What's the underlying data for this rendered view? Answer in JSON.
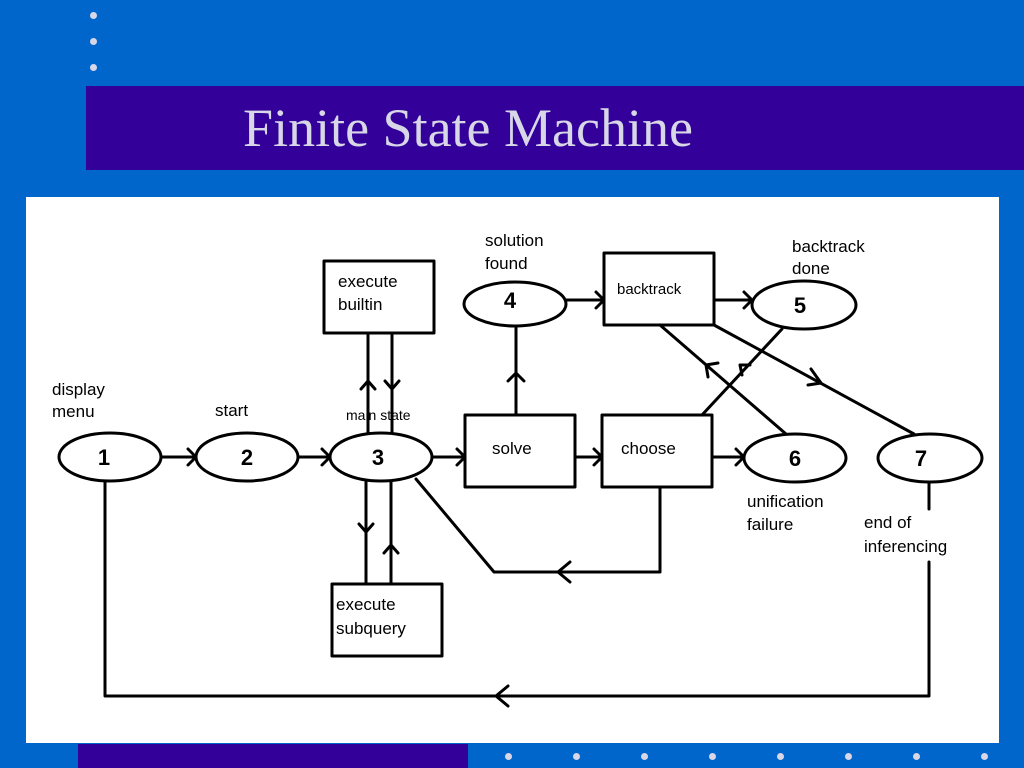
{
  "slide": {
    "title": "Finite State Machine"
  },
  "diagram": {
    "states": [
      {
        "id": "s1",
        "label": "1",
        "caption": [
          "display",
          "menu"
        ]
      },
      {
        "id": "s2",
        "label": "2",
        "caption": [
          "start"
        ]
      },
      {
        "id": "s3",
        "label": "3",
        "caption": [
          "main state"
        ]
      },
      {
        "id": "s4",
        "label": "4",
        "caption": [
          "solution",
          "found"
        ]
      },
      {
        "id": "s5",
        "label": "5",
        "caption": [
          "backtrack",
          "done"
        ]
      },
      {
        "id": "s6",
        "label": "6",
        "caption": [
          "unification",
          "failure"
        ]
      },
      {
        "id": "s7",
        "label": "7",
        "caption": [
          "end of",
          "inferencing"
        ]
      }
    ],
    "boxes": [
      {
        "id": "builtin",
        "lines": [
          "execute",
          "builtin"
        ]
      },
      {
        "id": "subquery",
        "lines": [
          "execute",
          "subquery"
        ]
      },
      {
        "id": "solve",
        "lines": [
          "solve"
        ]
      },
      {
        "id": "choose",
        "lines": [
          "choose"
        ]
      },
      {
        "id": "backtrack",
        "lines": [
          "backtrack"
        ]
      }
    ]
  },
  "colors": {
    "background": "#0066cc",
    "title_bar": "#330099",
    "title_text": "#d7d7e8",
    "panel": "#ffffff",
    "ink": "#000000"
  }
}
